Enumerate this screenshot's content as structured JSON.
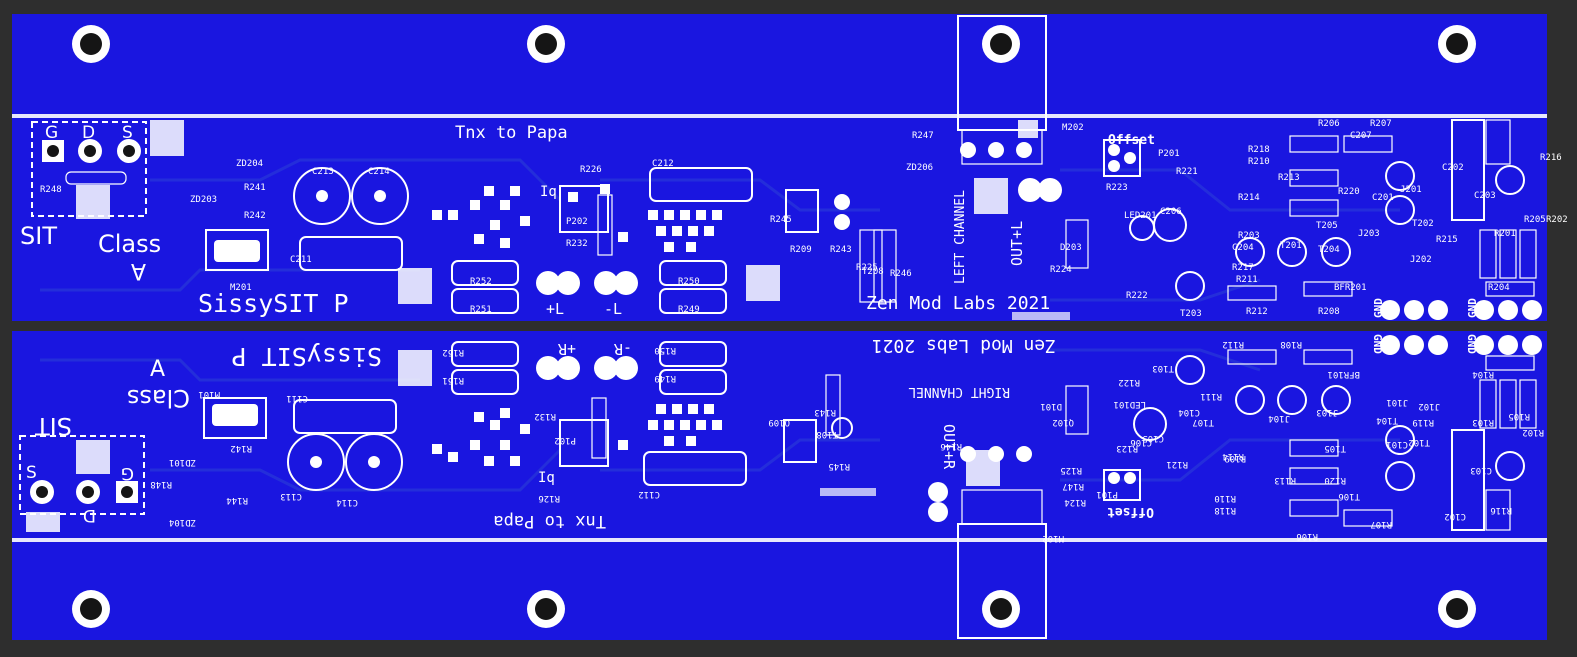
{
  "board": {
    "board_color": "#1a16e0",
    "silk_color": "#ffffff",
    "viewer_bg": "#2e2e2e"
  },
  "top": {
    "thanks": "Tnx to Papa",
    "brand": "Zen Mod Labs 2021",
    "product": "SissySIT P",
    "sit": "SIT",
    "class_word": "Class",
    "class_letter": "A",
    "channel": "LEFT CHANNEL",
    "out": "OUT+L",
    "plus_rail": "+L",
    "minus_rail": "-L",
    "offset": "Offset",
    "iq": "Iq",
    "gnd1": "GND",
    "gnd2": "GND",
    "pin_g": "G",
    "pin_d": "D",
    "pin_s": "S",
    "designators": [
      "R248",
      "R241",
      "R242",
      "ZD203",
      "ZD204",
      "C213",
      "C214",
      "C211",
      "M201",
      "R226",
      "C212",
      "P202",
      "R232",
      "R252",
      "R251",
      "R250",
      "R249",
      "R245",
      "R243",
      "R209",
      "T208",
      "R225",
      "R246",
      "R247",
      "ZD206",
      "M202",
      "R223",
      "R221",
      "P201",
      "LED201",
      "C206",
      "R224",
      "D203",
      "R222",
      "R206",
      "R207",
      "R218",
      "R210",
      "C207",
      "R213",
      "R220",
      "R214",
      "C201",
      "R211",
      "C204",
      "T205",
      "R203",
      "T201",
      "T204",
      "J203",
      "J201",
      "T202",
      "R215",
      "C202",
      "R216",
      "C203",
      "R205",
      "R202",
      "R201",
      "R204",
      "BFR201",
      "T203",
      "R212",
      "R208",
      "R217",
      "J202"
    ]
  },
  "bottom": {
    "thanks": "Tnx to Papa",
    "brand": "Zen Mod Labs 2021",
    "product": "SissySIT P",
    "sit": "SIT",
    "class_word": "Class",
    "class_letter": "A",
    "channel": "RIGHT CHANNEL",
    "out": "OUT+R",
    "plus_rail": "+R",
    "minus_rail": "-R",
    "offset": "Offset",
    "iq": "Iq",
    "gnd1": "GND",
    "gnd2": "GND",
    "pin_g": "G",
    "pin_d": "D",
    "pin_s": "S",
    "designators": [
      "R148",
      "R144",
      "R142",
      "ZD101",
      "ZD104",
      "C113",
      "C114",
      "C111",
      "M101",
      "R126",
      "C112",
      "P102",
      "R132",
      "R152",
      "R151",
      "R150",
      "R149",
      "R145",
      "R143",
      "Q109",
      "T108",
      "R146",
      "R125",
      "R147",
      "R124",
      "M102",
      "R123",
      "R122",
      "R121",
      "P101",
      "LED101",
      "C106",
      "D101",
      "Q102",
      "T103",
      "R112",
      "R108",
      "BFR101",
      "R111",
      "T104",
      "R109",
      "J104",
      "J103",
      "C104",
      "C105",
      "R114",
      "R120",
      "R113",
      "R110",
      "R118",
      "R106",
      "R107",
      "C102",
      "C101",
      "C103",
      "R116",
      "R102",
      "R103",
      "R105",
      "R104",
      "J101",
      "J102",
      "T102",
      "T105",
      "T106",
      "T107",
      "R119"
    ]
  }
}
